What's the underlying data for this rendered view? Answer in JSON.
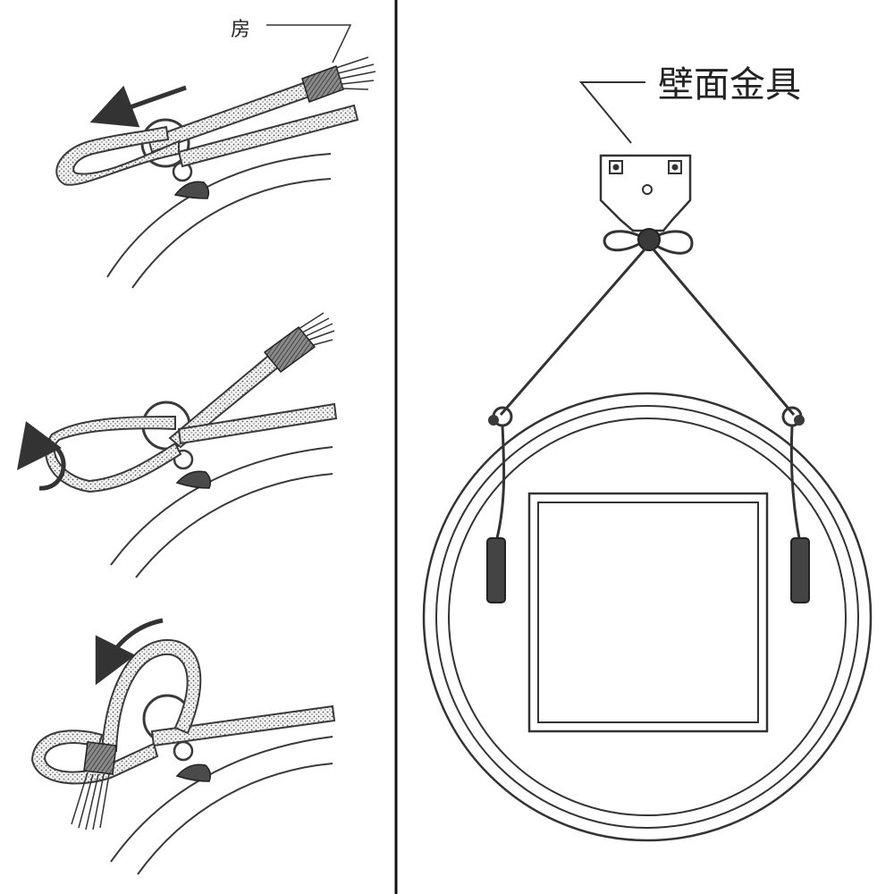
{
  "labels": {
    "tassel": "房",
    "wall_bracket": "壁面金具"
  },
  "colors": {
    "ink": "#3a3a3a",
    "background": "#ffffff"
  },
  "panels": {
    "left_steps": 3,
    "right": "hanging-view"
  }
}
